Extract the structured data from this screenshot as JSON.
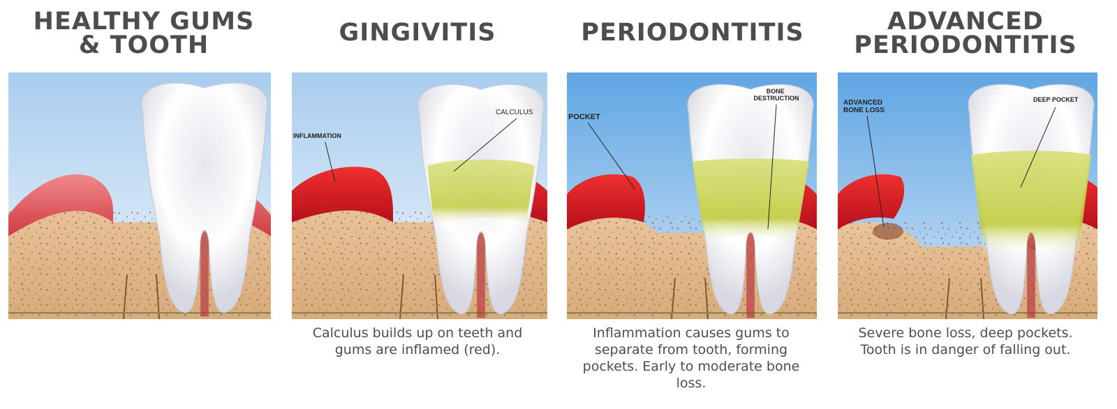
{
  "stages": [
    {
      "title_line1": "HEALTHY GUMS",
      "title_line2": "& TOOTH",
      "caption": "",
      "labels": []
    },
    {
      "title_line1": "",
      "title_line2": "GINGIVITIS",
      "caption": "Calculus builds up on teeth and gums are inflamed (red).",
      "labels": [
        "INFLAMMATION",
        "CALCULUS"
      ]
    },
    {
      "title_line1": "",
      "title_line2": "PERIODONTITIS",
      "caption": "Inflammation causes gums to separate from tooth, forming pockets. Early to moderate bone loss.",
      "labels": [
        "POCKET",
        "BONE",
        "DESTRUCTION"
      ]
    },
    {
      "title_line1": "ADVANCED",
      "title_line2": "PERIODONTITIS",
      "caption": "Severe bone loss, deep pockets. Tooth is in danger of falling out.",
      "labels": [
        "ADVANCED",
        "BONE LOSS",
        "DEEP POCKET"
      ]
    }
  ],
  "colors": {
    "title": "#4d4d4d",
    "sky_top": "#a9cdee",
    "sky_bottom": "#eef5fc",
    "sky_deep_top": "#5fa6e3",
    "bone": "#e3b98c",
    "bone_dots": "#9a6e4e",
    "gum_healthy": "#e0525a",
    "gum_inflamed": "#e0262e",
    "calculus": "#c9d24a",
    "enamel": "#ffffff"
  }
}
